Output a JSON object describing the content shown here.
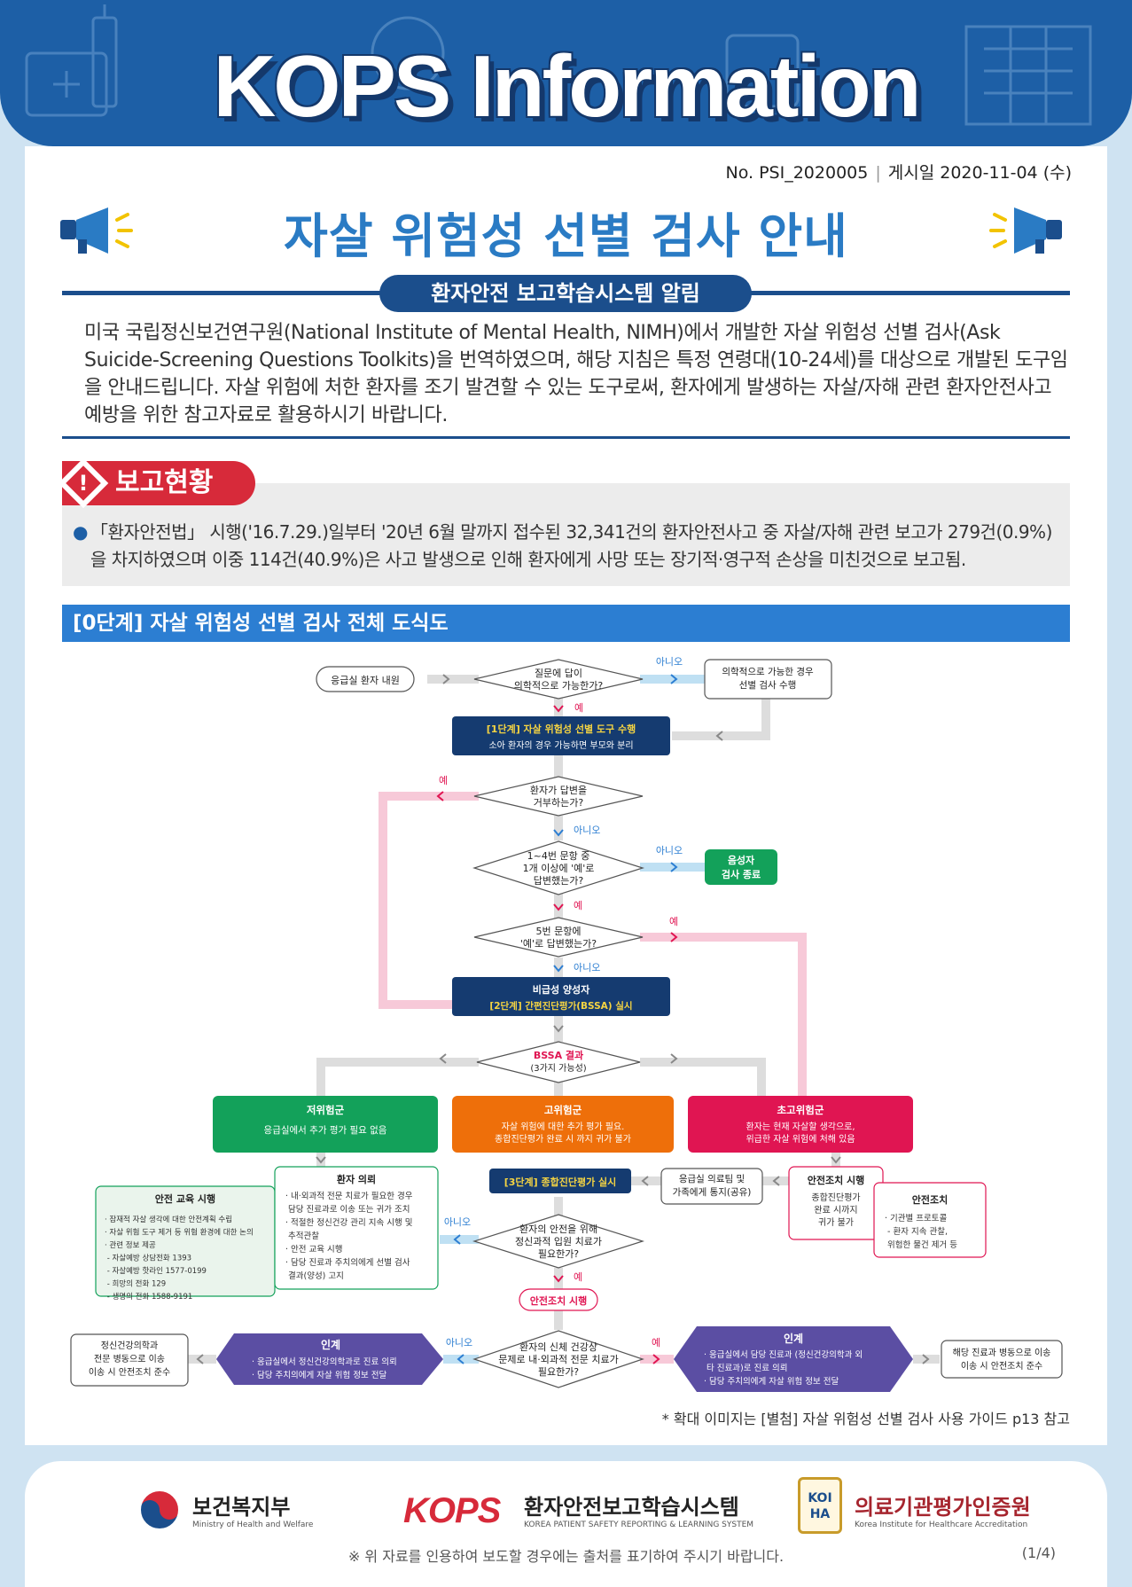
{
  "header": {
    "title": "KOPS Information"
  },
  "issue": {
    "no": "No. PSI_2020005",
    "date": "게시일 2020-11-04 (수)"
  },
  "main_title": "자살 위험성 선별 검사 안내",
  "notice_label": "환자안전 보고학습시스템 알림",
  "intro": "미국 국립정신보건연구원(National Institute of Mental Health, NIMH)에서 개발한 자살 위험성 선별 검사(Ask Suicide-Screening Questions Toolkits)을 번역하였으며, 해당 지침은 특정 연령대(10-24세)를 대상으로 개발된 도구임을 안내드립니다. 자살 위험에 처한 환자를 조기 발견할 수 있는 도구로써, 환자에게 발생하는 자살/자해 관련 환자안전사고 예방을 위한 참고자료로 활용하시기 바랍니다.",
  "report": {
    "label": "보고현황",
    "text": "「환자안전법」 시행('16.7.29.)일부터 '20년 6월 말까지 접수된 32,341건의 환자안전사고 중 자살/자해 관련 보고가 279건(0.9%)을 차지하였으며 이중 114건(40.9%)은 사고 발생으로 인해 환자에게 사망 또는 장기적·영구적 손상을 미친것으로 보고됨."
  },
  "step0": "[0단계] 자살 위험성 선별 검사 전체 도식도",
  "flow": {
    "er_visit": "응급실 환자 내원",
    "q1": [
      "질문에 답이",
      "의학적으로 가능한가?"
    ],
    "no": "아니오",
    "yes": "예",
    "medical_possible": [
      "의학적으로 가능한 경우",
      "선별 검사 수행"
    ],
    "step1": [
      "[1단계] 자살 위험성 선별 도구 수행",
      "소아 환자의 경우 가능하면 부모와 분리"
    ],
    "q2": [
      "환자가 답변을",
      "거부하는가?"
    ],
    "q3": [
      "1~4번 문항 중",
      "1개 이상에 '예'로",
      "답변했는가?"
    ],
    "negative": [
      "음성자",
      "검사 종료"
    ],
    "q4": [
      "5번 문항에",
      "'예'로 답변했는가?"
    ],
    "step2": [
      "비급성 양성자",
      "[2단계] 간편진단평가(BSSA) 실시"
    ],
    "bssa": [
      "BSSA 결과",
      "(3가지 가능성)"
    ],
    "low": [
      "저위험군",
      "응급실에서 추가 평가 필요 없음"
    ],
    "high": [
      "고위험군",
      "자살 위험에 대한 추가 평가 필요.",
      "종합진단평가 완료 시 까지 귀가 불가"
    ],
    "acute": [
      "초고위험군",
      "환자는 현재 자살할 생각으로,",
      "위급한 자살 위험에 처해 있음"
    ],
    "safety_edu": {
      "title": "안전 교육 시행",
      "items": [
        "· 잠재적 자살 생각에 대한 안전계획 수립",
        "· 자살 위험 도구 제거 등 위험 환경에 대한 논의",
        "· 관련 정보 제공",
        "  - 자살예방 상담전화 1393",
        "  - 자살예방 핫라인 1577-0199",
        "  - 희망의 전화 129",
        "  - 생명의 전화 1588-9191"
      ]
    },
    "referral": {
      "title": "환자 의뢰",
      "items": [
        "· 내·외과적 전문 치료가 필요한 경우",
        "  담당 진료과로 이송 또는 귀가 조치",
        "· 적절한 정신건강 관리 지속 시행 및",
        "  추적관찰",
        "· 안전 교육 시행",
        "· 담당 진료과 주치의에게 선별 검사",
        "  결과(양성) 고지"
      ]
    },
    "step3": "[3단계] 종합진단평가 실시",
    "notify": [
      "응급실 의료팀 및",
      "가족에게 통지(공유)"
    ],
    "safety_measure": [
      "안전조치 시행",
      "종합진단평가",
      "완료 시까지",
      "귀가 불가"
    ],
    "safety": {
      "title": "안전조치",
      "items": [
        "· 기관별 프로토콜",
        "  - 환자 지속 관찰,",
        "    위험한 물건 제거 등"
      ]
    },
    "q5": [
      "환자의 안전을 위해",
      "정신과적 입원 치료가",
      "필요한가?"
    ],
    "safety_do": "안전조치 시행",
    "q6": [
      "환자의 신체 건강상",
      "문제로 내·외과적 전문 치료가",
      "필요한가?"
    ],
    "transfer_left": {
      "title": "인계",
      "items": [
        "· 응급실에서 정신건강의학과로 진료 의뢰",
        "· 담당 주치의에게 자살 위험 정보 전달"
      ]
    },
    "transfer_right": {
      "title": "인계",
      "items": [
        "· 응급실에서 담당 진료과 (정신건강의학과 외",
        "  타 진료과)로 진료 의뢰",
        "· 담당 주치의에게 자살 위험 정보 전달"
      ]
    },
    "left_end": [
      "정신건강의학과",
      "전문 병동으로 이송",
      "이송 시 안전조치 준수"
    ],
    "right_end": [
      "해당 진료과 병동으로 이송",
      "이송 시 안전조치 준수"
    ]
  },
  "footnote": "* 확대 이미지는 [별첨] 자살 위험성 선별 검사 사용 가이드 p13 참고",
  "footer": {
    "mohw": "보건복지부",
    "mohw_en": "Ministry of Health and Welfare",
    "kops": "KOPS",
    "kops_name": "환자안전보고학습시스템",
    "kops_en": "KOREA PATIENT SAFETY REPORTING & LEARNING SYSTEM",
    "koiha": "의료기관평가인증원",
    "koiha_en": "Korea Institute for Healthcare Accreditation",
    "koiha_mark": "KOI HA",
    "copyright": "※ 위 자료를 인용하여 보도할 경우에는 출처를 표기하여 주시기 바랍니다.",
    "page": "(1/4)"
  },
  "colors": {
    "navy": "#14386b",
    "blue": "#1d5fa6",
    "green": "#13a15a",
    "orange": "#ee6f0a",
    "red": "#e01552",
    "purple": "#5b4ea3",
    "dark_box": "#153b70"
  }
}
